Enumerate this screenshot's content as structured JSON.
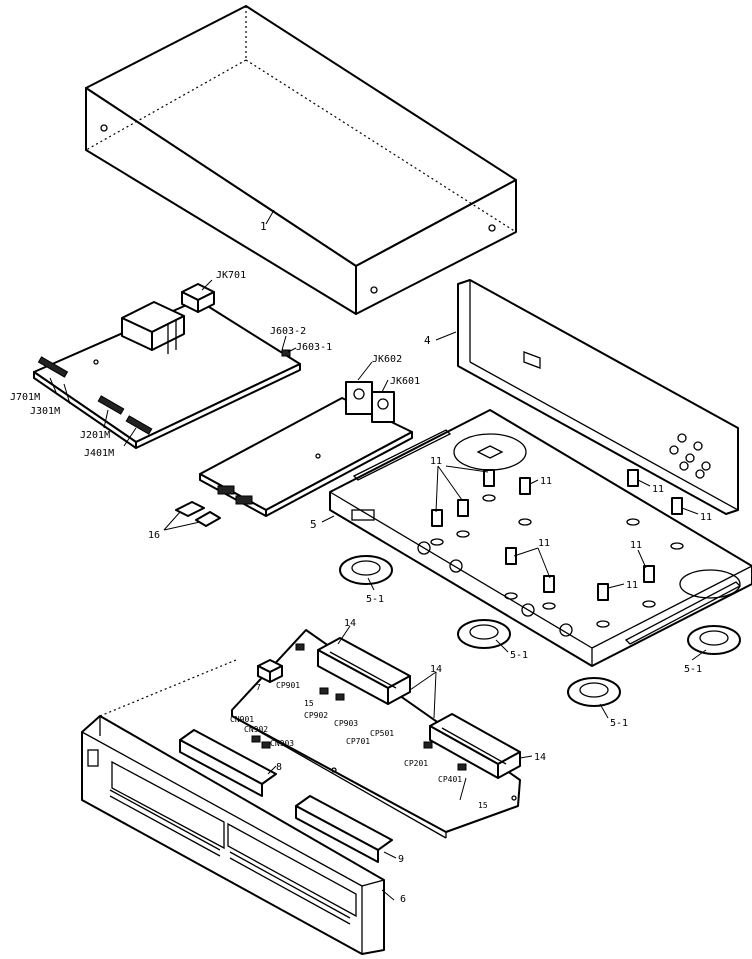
{
  "labels": {
    "cover": "1",
    "rear_panel": "4",
    "chassis": "5",
    "foot": "5-1",
    "front_panel": "6",
    "bracket_8": "8",
    "bracket_9": "9",
    "screw": "11",
    "connector_14": "14",
    "part_15": "15",
    "part_16": "16",
    "jk701": "JK701",
    "j603_2": "J603-2",
    "j603_1": "J603-1",
    "j701m": "J701M",
    "j301m": "J301M",
    "j201m": "J201M",
    "j401m": "J401M",
    "jk602": "JK602",
    "jk601": "JK601",
    "cp901": "CP901",
    "cp902": "CP902",
    "cp903": "CP903",
    "cp701": "CP701",
    "cp501": "CP501",
    "cp201": "CP201",
    "cp401": "CP401",
    "cn901": "CN901",
    "cn902": "CN902",
    "cn903": "CN903",
    "part_7": "7"
  }
}
